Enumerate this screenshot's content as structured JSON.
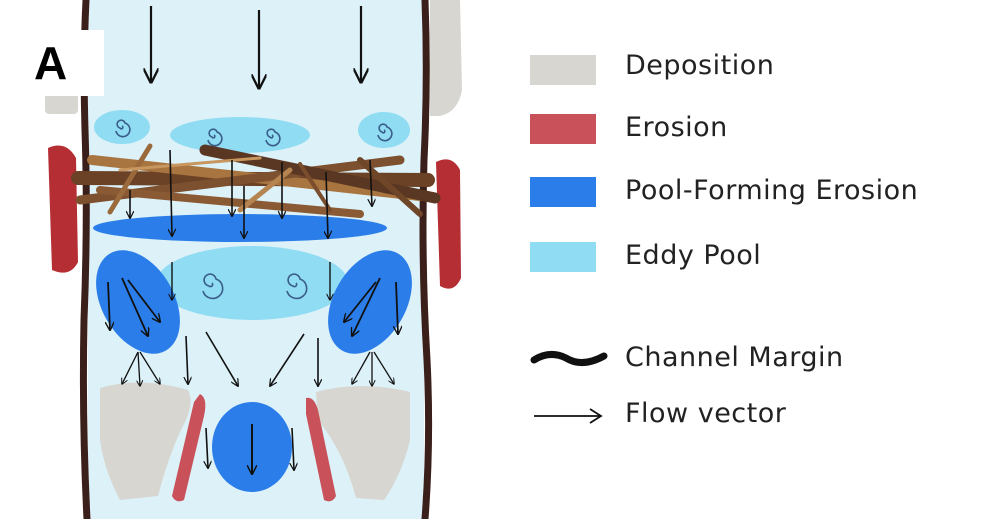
{
  "panel_label": "A",
  "legend": {
    "deposition": {
      "label": "Deposition",
      "color": "#d8d6d0"
    },
    "erosion": {
      "label": "Erosion",
      "color": "#c9525a"
    },
    "pool_forming": {
      "label": "Pool-Forming Erosion",
      "color": "#2b7de9"
    },
    "eddy_pool": {
      "label": "Eddy Pool",
      "color": "#8fdcf3"
    },
    "channel_margin": {
      "label": "Channel Margin",
      "color": "#111111"
    },
    "flow_vector": {
      "label": "Flow vector",
      "color": "#111111"
    }
  },
  "colors": {
    "water": "#dcf1f8",
    "bank": "#3a1f1a",
    "wood_dark": "#6b4226",
    "wood_light": "#a8743f"
  }
}
